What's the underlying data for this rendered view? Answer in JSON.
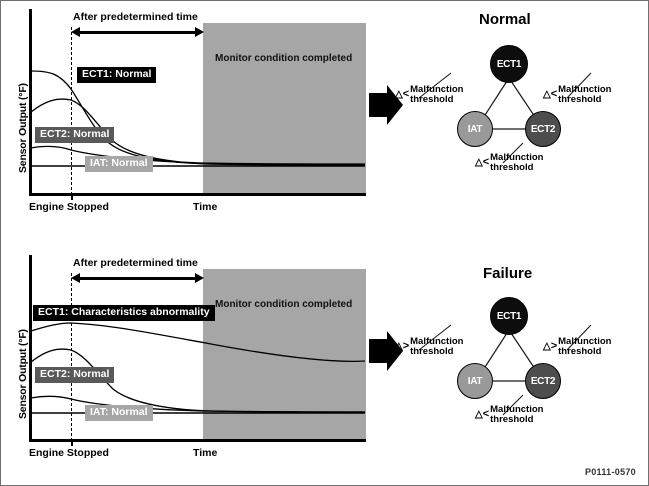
{
  "reference_code": "P0111-0570",
  "charts": [
    {
      "id": "normal",
      "ylabel": "Sensor Output (°F)",
      "xlabel": "Time",
      "x_origin_label": "Engine Stopped",
      "period_label": "After predetermined time",
      "shaded_region_label": "Monitor condition completed",
      "series": [
        {
          "name": "ECT1",
          "tag": "ECT1: Normal",
          "tag_style": "black"
        },
        {
          "name": "ECT2",
          "tag": "ECT2: Normal",
          "tag_style": "dgray"
        },
        {
          "name": "IAT",
          "tag": "IAT: Normal",
          "tag_style": "lgray"
        }
      ]
    },
    {
      "id": "failure",
      "ylabel": "Sensor Output (°F)",
      "xlabel": "Time",
      "x_origin_label": "Engine Stopped",
      "period_label": "After predetermined time",
      "shaded_region_label": "Monitor condition completed",
      "series": [
        {
          "name": "ECT1",
          "tag": "ECT1: Characteristics abnormality",
          "tag_style": "black"
        },
        {
          "name": "ECT2",
          "tag": "ECT2: Normal",
          "tag_style": "dgray"
        },
        {
          "name": "IAT",
          "tag": "IAT: Normal",
          "tag_style": "lgray"
        }
      ]
    }
  ],
  "diagrams": [
    {
      "id": "normal",
      "title": "Normal",
      "nodes": [
        {
          "label": "ECT1",
          "style": "black"
        },
        {
          "label": "IAT",
          "style": "lgray"
        },
        {
          "label": "ECT2",
          "style": "dgray"
        }
      ],
      "thresholds": [
        {
          "position": "left",
          "symbol": "<",
          "line1": "Malfunction",
          "line2": "threshold"
        },
        {
          "position": "right",
          "symbol": "<",
          "line1": "Malfunction",
          "line2": "threshold"
        },
        {
          "position": "bottom",
          "symbol": "<",
          "line1": "Malfunction",
          "line2": "threshold"
        }
      ]
    },
    {
      "id": "failure",
      "title": "Failure",
      "nodes": [
        {
          "label": "ECT1",
          "style": "black"
        },
        {
          "label": "IAT",
          "style": "lgray"
        },
        {
          "label": "ECT2",
          "style": "dgray"
        }
      ],
      "thresholds": [
        {
          "position": "left",
          "symbol": ">",
          "line1": "Malfunction",
          "line2": "threshold"
        },
        {
          "position": "right",
          "symbol": ">",
          "line1": "Malfunction",
          "line2": "threshold"
        },
        {
          "position": "bottom",
          "symbol": "<",
          "line1": "Malfunction",
          "line2": "threshold"
        }
      ]
    }
  ],
  "chart_data": {
    "type": "line",
    "title": "ECT1 / ECT2 / IAT sensor soak comparison",
    "xlabel": "Time",
    "ylabel": "Sensor Output (°F)",
    "grid": false,
    "legend": "inline-tags",
    "xlim": [
      0,
      100
    ],
    "ylim": [
      0,
      100
    ],
    "annotations": [
      "Engine Stopped (vertical dashed line at x=18)",
      "After predetermined time (arrow from x=18 to x=55)",
      "Monitor condition completed (shaded region x=55..100)"
    ],
    "panels": [
      {
        "name": "Normal",
        "x": [
          0,
          6,
          12,
          18,
          25,
          32,
          40,
          50,
          60,
          75,
          100
        ],
        "series": [
          {
            "name": "ECT1",
            "values": [
              78,
              78,
              74,
              62,
              46,
              35,
              28,
              23,
              21,
              20,
              20
            ]
          },
          {
            "name": "ECT2",
            "values": [
              50,
              56,
              57,
              56,
              45,
              36,
              29,
              24,
              21,
              20,
              20
            ]
          },
          {
            "name": "IAT",
            "values": [
              26,
              25,
              24,
              23,
              22,
              21,
              21,
              20,
              20,
              20,
              20
            ]
          }
        ]
      },
      {
        "name": "Failure",
        "x": [
          0,
          6,
          12,
          18,
          25,
          32,
          40,
          50,
          60,
          75,
          100
        ],
        "series": [
          {
            "name": "ECT1",
            "values": [
              70,
              73,
              75,
              75,
              72,
              69,
              66,
              61,
              57,
              50,
              41
            ]
          },
          {
            "name": "ECT2",
            "values": [
              44,
              52,
              54,
              52,
              40,
              31,
              25,
              21,
              19,
              18,
              18
            ]
          },
          {
            "name": "IAT",
            "values": [
              23,
              23,
              22,
              21,
              20,
              19,
              19,
              18,
              18,
              18,
              18
            ]
          }
        ]
      }
    ]
  }
}
